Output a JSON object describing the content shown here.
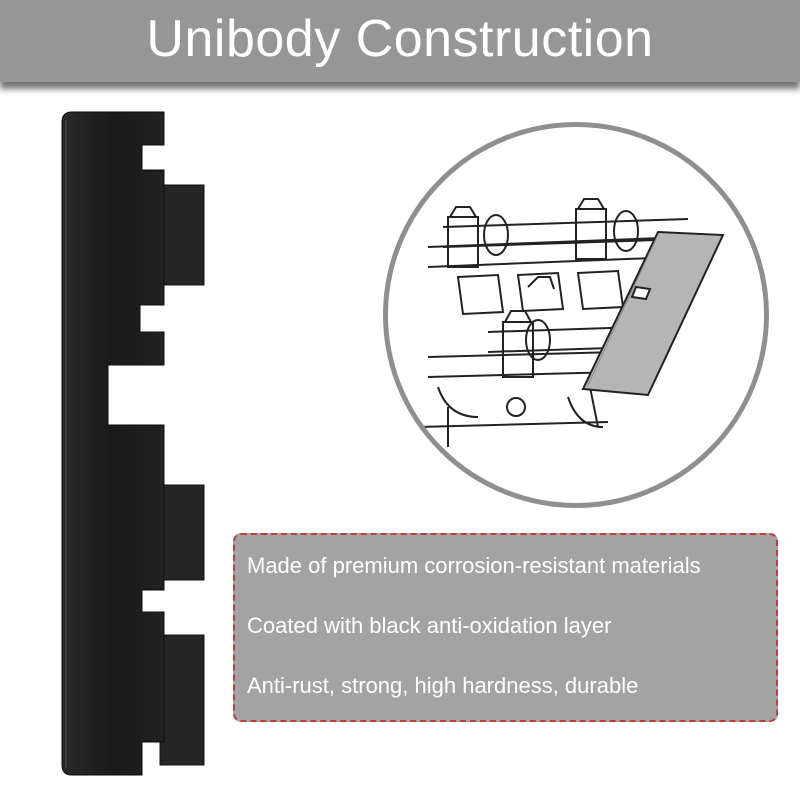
{
  "title": "Unibody Construction",
  "features": [
    "Made of premium corrosion-resistant materials",
    "Coated with black anti-oxidation layer",
    "Anti-rust, strong, high hardness, durable"
  ],
  "colors": {
    "title_band": "#969696",
    "tool": "#1c1c1c",
    "circle_border": "#8f8f8f",
    "feature_box": "#a3a3a3",
    "feature_border": "#c23b3b",
    "text": "#ffffff"
  }
}
